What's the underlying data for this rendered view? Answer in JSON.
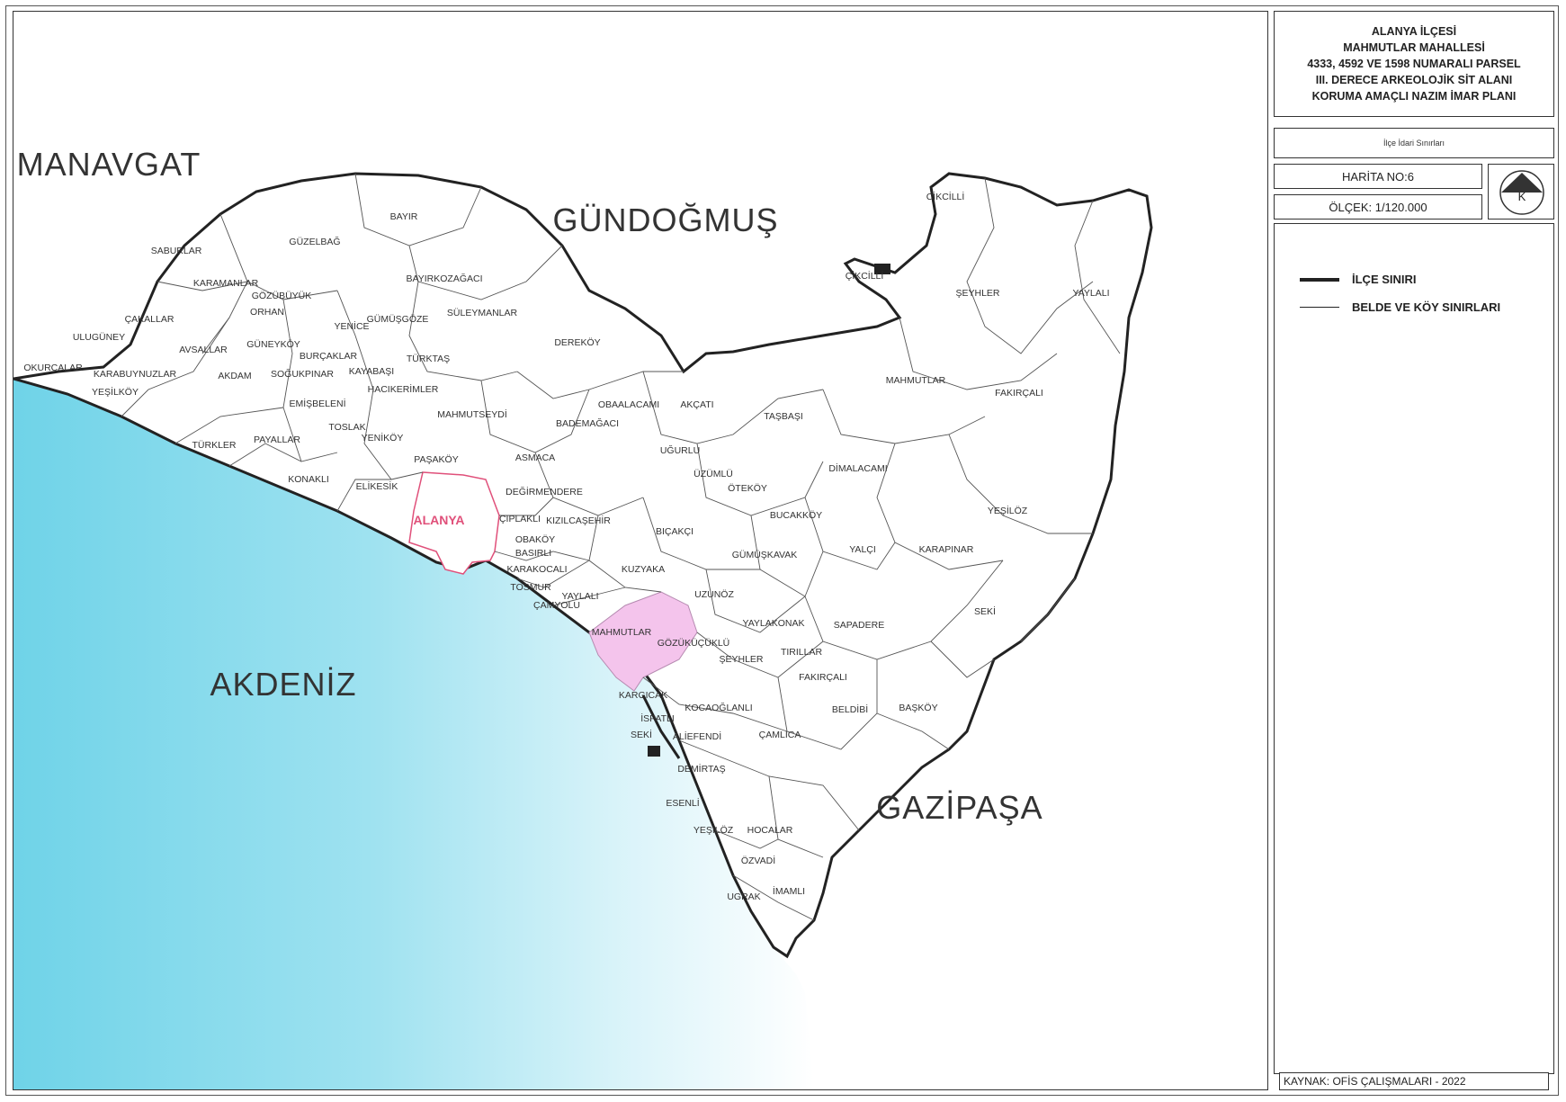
{
  "title": {
    "lines": [
      "ALANYA İLÇESİ",
      "MAHMUTLAR MAHALLESİ",
      "4333, 4592 VE 1598 NUMARALI PARSEL",
      "III. DERECE ARKEOLOJİK SİT ALANI",
      "KORUMA AMAÇLI NAZIM İMAR PLANI"
    ]
  },
  "subtitle": "İlçe İdari Sınırları",
  "map_no": "HARİTA NO:6",
  "scale": "ÖLÇEK: 1/120.000",
  "north_letter": "K",
  "legend": {
    "items": [
      {
        "label": "İLÇE SINIRI",
        "style": "thick"
      },
      {
        "label": "BELDE VE KÖY SINIRLARI",
        "style": "thin"
      }
    ]
  },
  "source": "KAYNAK: OFİS ÇALIŞMALARI - 2022",
  "colors": {
    "sea": "#6fd3e8",
    "center": "#e0507a",
    "highlight": "#f4c4ec"
  },
  "map": {
    "neighbors": [
      "MANAVGAT",
      "GÜNDOĞMUŞ",
      "AKDENİZ",
      "GAZİPAŞA"
    ],
    "center_label": "ALANYA",
    "settlements": [
      "BAYIR",
      "GÜZELBAĞ",
      "SABURLAR",
      "KARAMANLAR",
      "GÖZÜBÜYÜK",
      "ORHAN",
      "ÇAKALLAR",
      "ULUGÜNEY",
      "AVSALLAR",
      "GÜNEYKÖY",
      "OKURCALAR",
      "KARABUYNUZLAR",
      "YEŞİLKÖY",
      "AKDAM",
      "SOĞUKPINAR",
      "BURÇAKLAR",
      "KAYABAŞI",
      "YENİCE",
      "GÜMÜŞGÖZE",
      "BAYIRKOZAĞACI",
      "SÜLEYMANLAR",
      "TÜRKTAŞ",
      "HACIKERİMLER",
      "EMİŞBELENİ",
      "TOSLAK",
      "YENİKÖY",
      "PAYALLAR",
      "TÜRKLER",
      "KONAKLI",
      "ELİKESİK",
      "PAŞAKÖY",
      "MAHMUTSEYDİ",
      "DEREKÖY",
      "OBAALACAMI",
      "AKÇATI",
      "BADEMAĞACI",
      "ASMACA",
      "DEĞİRMENDERE",
      "ÇIPLAKLI",
      "KIZILCAŞEHİR",
      "OBAKÖY",
      "BASIRLI",
      "KARAKOCALI",
      "TOSMUR",
      "ÇAMYOLU",
      "YAYLALI",
      "UĞURLU",
      "ÜZÜMLÜ",
      "ÖTEKÖY",
      "TAŞBAŞI",
      "DİMALACAMI",
      "BUCAKKÖY",
      "BIÇAKÇI",
      "GÜMÜŞKAVAK",
      "KUZYAKA",
      "UZUNÖZ",
      "MAHMUTLAR",
      "GÖZÜKÜÇÜKLÜ",
      "YAYLAKONAK",
      "SAPADERE",
      "ŞEYHLER",
      "TIRILLAR",
      "FAKIRÇALI",
      "KARGICAK",
      "KOCAOĞLANLI",
      "İSPATLI",
      "SEKİ",
      "ALİEFENDİ",
      "ÇAMLICA",
      "BELDİBİ",
      "BAŞKÖY",
      "DEMİRTAŞ",
      "ESENLİ",
      "YEŞİLÖZ",
      "HOCALAR",
      "ÖZVADİ",
      "İMAMLI",
      "UGRAK",
      "CİKCİLLİ",
      "YALÇI",
      "KARAPINAR",
      "YEŞİLÖZ",
      "FAKIRÇALI",
      "MAHMUTLAR",
      "ŞEYHLER",
      "YAYLALI",
      "SEKİ",
      "ÇİKCİLLİ"
    ]
  }
}
